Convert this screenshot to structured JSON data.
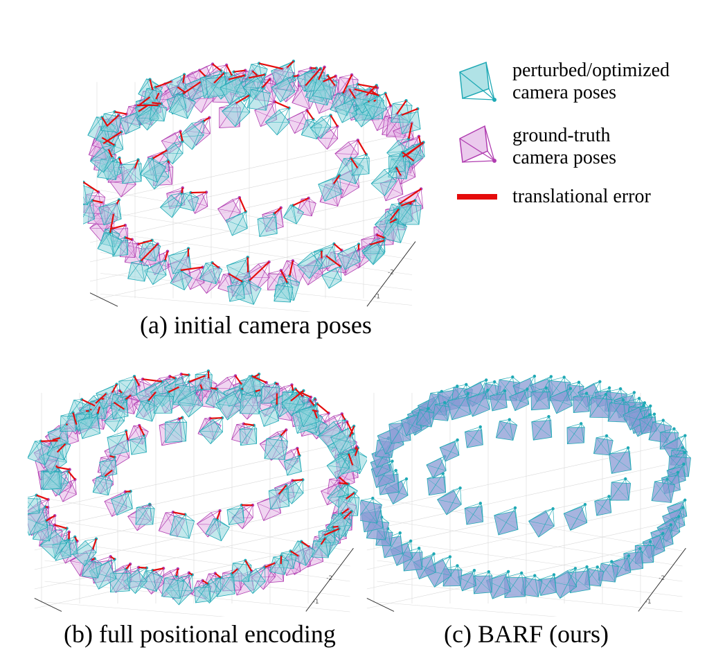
{
  "figure": {
    "captions": {
      "a": "(a) initial camera poses",
      "b": "(b) full positional encoding",
      "c": "(c) BARF (ours)"
    },
    "legend": [
      {
        "label_line1": "perturbed/optimized",
        "label_line2": "camera poses",
        "color": "#1fa9b5",
        "icon": "camera-frustum-icon"
      },
      {
        "label_line1": "ground-truth",
        "label_line2": "camera poses",
        "color": "#b03cb0",
        "icon": "camera-frustum-icon"
      },
      {
        "label_line1": "translational error",
        "label_line2": "",
        "color": "#e50b0b",
        "icon": "line-icon"
      }
    ],
    "axis_ticks": [
      "-2",
      "-1"
    ],
    "colors": {
      "cyan": "#1fa9b5",
      "cyan_fill": "#8fd6dc",
      "magenta": "#b03cb0",
      "magenta_fill": "#e3b3e6",
      "aligned_fill": "#8a9bd4",
      "error": "#e50b0b",
      "grid": "#d8d8d8"
    }
  }
}
